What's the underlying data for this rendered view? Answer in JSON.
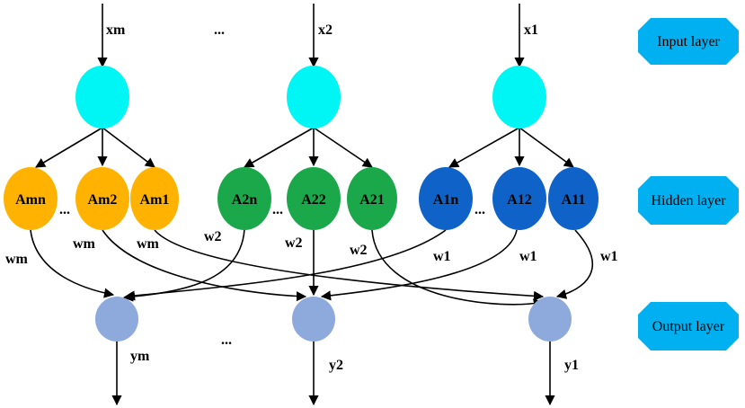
{
  "colors": {
    "input": "#00f5f5",
    "hidden_m": "#ffb300",
    "hidden_2": "#1aa84a",
    "hidden_1": "#0f63c8",
    "output": "#8ea9db",
    "layer_badge": "#00b0f0"
  },
  "layers": {
    "input": "Input layer",
    "hidden": "Hidden layer",
    "output": "Output layer"
  },
  "inputs": [
    "xm",
    "x2",
    "x1"
  ],
  "outputs": [
    "ym",
    "y2",
    "y1"
  ],
  "hidden": {
    "group_m": [
      "Amn",
      "Am2",
      "Am1"
    ],
    "group_2": [
      "A2n",
      "A22",
      "A21"
    ],
    "group_1": [
      "A1n",
      "A12",
      "A11"
    ]
  },
  "weights": {
    "m": [
      "wm",
      "wm",
      "wm"
    ],
    "two": [
      "w2",
      "w2",
      "w2"
    ],
    "one": [
      "w1",
      "w1",
      "w1"
    ]
  },
  "ellipsis": "..."
}
